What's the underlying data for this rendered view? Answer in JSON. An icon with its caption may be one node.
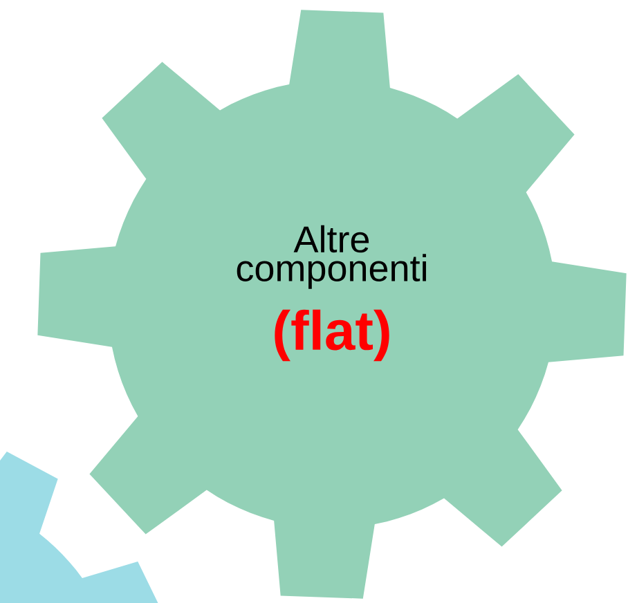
{
  "diagram": {
    "nodes": [
      {
        "text": [
          "Altre componenti",
          "(flat)"
        ]
      },
      {
        "text": [],
        "shape": "gear"
      }
    ]
  }
}
